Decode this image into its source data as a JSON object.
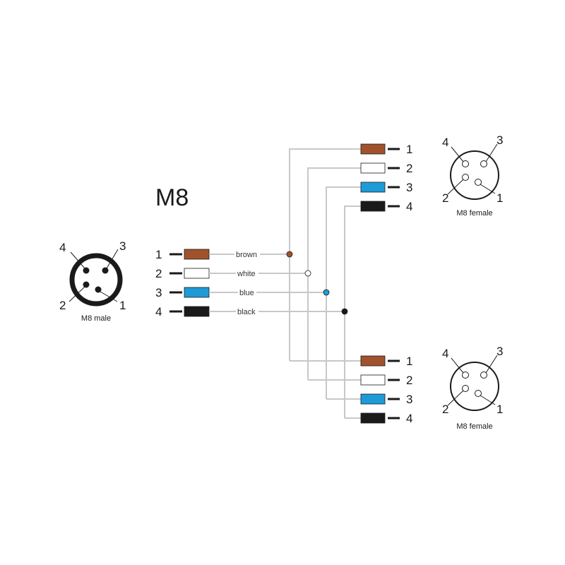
{
  "title": "M8",
  "colors": {
    "brown": "#a0522d",
    "white": "#ffffff",
    "blue": "#1e9bd7",
    "black": "#1a1a1a",
    "wire": "#c8c8c8",
    "outline": "#1a1a1a"
  },
  "male_connector": {
    "caption": "M8 male",
    "pin_labels": [
      "1",
      "2",
      "3",
      "4"
    ]
  },
  "female_connector_top": {
    "caption": "M8 female",
    "pin_labels": [
      "1",
      "2",
      "3",
      "4"
    ]
  },
  "female_connector_bottom": {
    "caption": "M8 female",
    "pin_labels": [
      "1",
      "2",
      "3",
      "4"
    ]
  },
  "source_wires": [
    {
      "pin": "1",
      "color_name": "brown",
      "label": "brown"
    },
    {
      "pin": "2",
      "color_name": "white",
      "label": "white"
    },
    {
      "pin": "3",
      "color_name": "blue",
      "label": "blue"
    },
    {
      "pin": "4",
      "color_name": "black",
      "label": "black"
    }
  ],
  "top_branch_pins": [
    "1",
    "2",
    "3",
    "4"
  ],
  "bottom_branch_pins": [
    "1",
    "2",
    "3",
    "4"
  ]
}
